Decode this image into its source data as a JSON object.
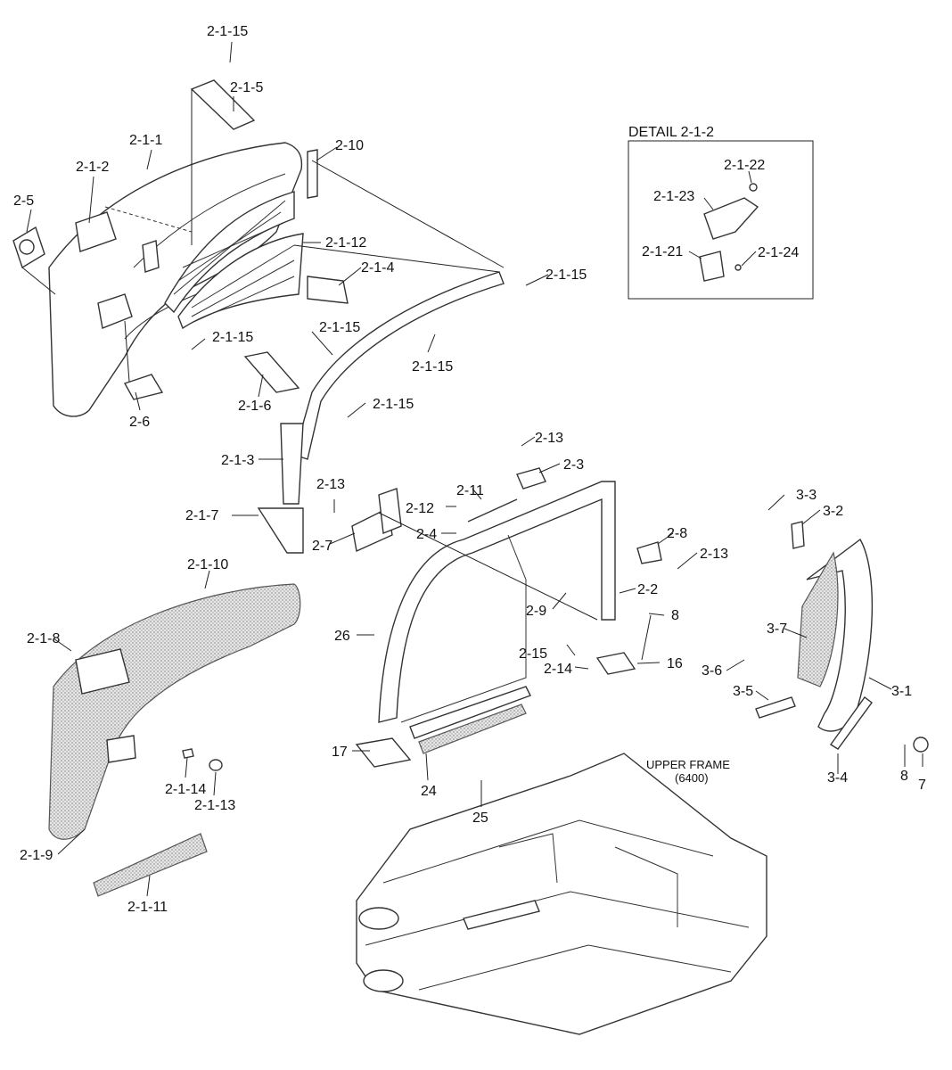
{
  "detail_box": {
    "title": "DETAIL 2-1-2"
  },
  "frame_note": {
    "line1": "UPPER FRAME",
    "line2": "(6400)"
  },
  "callouts": [
    {
      "id": "c01",
      "text": "2-1-15"
    },
    {
      "id": "c02",
      "text": "2-1-5"
    },
    {
      "id": "c03",
      "text": "2-1-1"
    },
    {
      "id": "c04",
      "text": "2-1-2"
    },
    {
      "id": "c05",
      "text": "2-10"
    },
    {
      "id": "c06",
      "text": "2-5"
    },
    {
      "id": "c07",
      "text": "2-1-12"
    },
    {
      "id": "c08",
      "text": "2-1-4"
    },
    {
      "id": "c09",
      "text": "2-1-15"
    },
    {
      "id": "c10",
      "text": "2-1-15"
    },
    {
      "id": "c11",
      "text": "2-1-15"
    },
    {
      "id": "c12",
      "text": "2-1-15"
    },
    {
      "id": "c13",
      "text": "2-6"
    },
    {
      "id": "c14",
      "text": "2-1-6"
    },
    {
      "id": "c15",
      "text": "2-1-15"
    },
    {
      "id": "c16",
      "text": "2-1-3"
    },
    {
      "id": "c17",
      "text": "2-1-7"
    },
    {
      "id": "c18",
      "text": "2-1-10"
    },
    {
      "id": "c19",
      "text": "2-1-8"
    },
    {
      "id": "c20",
      "text": "2-1-14"
    },
    {
      "id": "c21",
      "text": "2-1-13"
    },
    {
      "id": "c22",
      "text": "2-1-9"
    },
    {
      "id": "c23",
      "text": "2-1-11"
    },
    {
      "id": "c24",
      "text": "2-13"
    },
    {
      "id": "c25",
      "text": "2-3"
    },
    {
      "id": "c26",
      "text": "2-11"
    },
    {
      "id": "c27",
      "text": "2-13"
    },
    {
      "id": "c28",
      "text": "2-12"
    },
    {
      "id": "c29",
      "text": "2-4"
    },
    {
      "id": "c30",
      "text": "2-7"
    },
    {
      "id": "c31",
      "text": "2-8"
    },
    {
      "id": "c32",
      "text": "2-13"
    },
    {
      "id": "c33",
      "text": "2-2"
    },
    {
      "id": "c34",
      "text": "2-9"
    },
    {
      "id": "c35",
      "text": "8"
    },
    {
      "id": "c36",
      "text": "26"
    },
    {
      "id": "c37",
      "text": "2-15"
    },
    {
      "id": "c38",
      "text": "2-14"
    },
    {
      "id": "c39",
      "text": "16"
    },
    {
      "id": "c40",
      "text": "17"
    },
    {
      "id": "c41",
      "text": "24"
    },
    {
      "id": "c42",
      "text": "25"
    },
    {
      "id": "c43",
      "text": "3-3"
    },
    {
      "id": "c44",
      "text": "3-2"
    },
    {
      "id": "c45",
      "text": "3-7"
    },
    {
      "id": "c46",
      "text": "3-6"
    },
    {
      "id": "c47",
      "text": "3-5"
    },
    {
      "id": "c48",
      "text": "3-1"
    },
    {
      "id": "c49",
      "text": "3-4"
    },
    {
      "id": "c50",
      "text": "8"
    },
    {
      "id": "c51",
      "text": "7"
    },
    {
      "id": "c52",
      "text": "2-1-22"
    },
    {
      "id": "c53",
      "text": "2-1-23"
    },
    {
      "id": "c54",
      "text": "2-1-21"
    },
    {
      "id": "c55",
      "text": "2-1-24"
    }
  ]
}
